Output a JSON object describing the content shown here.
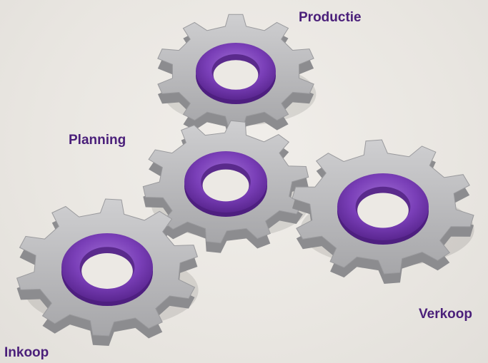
{
  "labels": {
    "productie": "Productie",
    "planning": "Planning",
    "verkoop": "Verkoop",
    "inkoop": "Inkoop"
  },
  "colors": {
    "background": "#ebe8e3",
    "gear_body": "#b4b4b6",
    "gear_side": "#8c8c8f",
    "ring_purple": "#7a3fb8",
    "ring_hole": "#ece9e4",
    "label_text": "#4a1f7a"
  },
  "gears": [
    {
      "id": "productie",
      "teeth": 10
    },
    {
      "id": "planning",
      "teeth": 10
    },
    {
      "id": "verkoop",
      "teeth": 10
    },
    {
      "id": "inkoop",
      "teeth": 10
    }
  ]
}
